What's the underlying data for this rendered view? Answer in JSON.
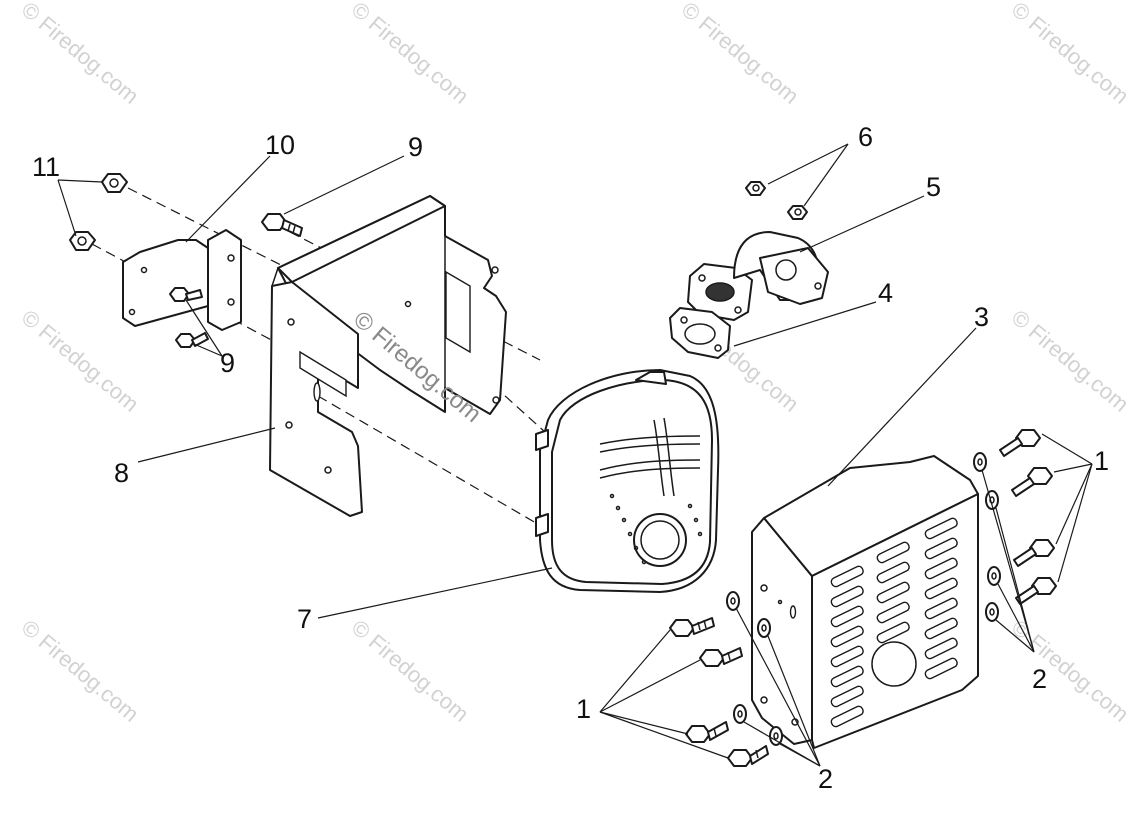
{
  "diagram": {
    "callouts": {
      "c1_right": "1",
      "c1_left": "1",
      "c2_right": "2",
      "c2_bottom": "2",
      "c3": "3",
      "c4": "4",
      "c5": "5",
      "c6": "6",
      "c7": "7",
      "c8": "8",
      "c9_top": "9",
      "c9_left": "9",
      "c10": "10",
      "c11": "11"
    },
    "watermark": {
      "text": "© Firedog.com",
      "center_text": "© Firedog.com"
    }
  }
}
